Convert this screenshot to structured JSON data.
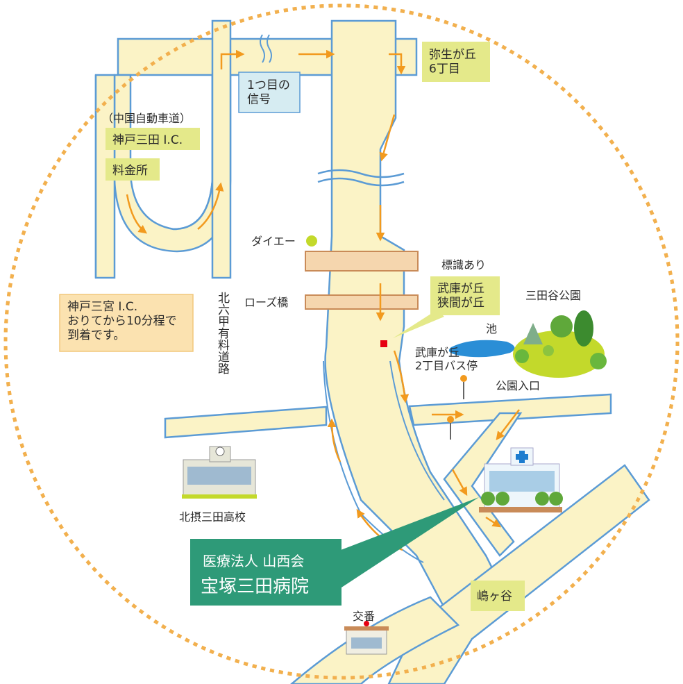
{
  "colors": {
    "road_fill": "#fbf3c6",
    "road_edge": "#5b9bd5",
    "label_chip": "#e4e98a",
    "signal_chip": "#d6ecf2",
    "note_chip": "#fbe2b0",
    "hospital_label": "#2e9a78",
    "dotted_circle": "#f2b04e",
    "bridge": "#f5d6ae",
    "arrow": "#f29a1e"
  },
  "labels": {
    "expressway_name": "（中国自動車道）",
    "ic_name": "神戸三田 I.C.",
    "tollgate": "料金所",
    "first_signal": "1つ目の\n信号",
    "yayoigaoka": "弥生が丘\n6丁目",
    "daiei": "ダイエー",
    "roses_bridge": "ローズ橋",
    "sign_present": "標識あり",
    "mukogaoka_sign": "武庫が丘\n狭間が丘",
    "sandaya_park": "三田谷公園",
    "pond": "池",
    "bus_stop": "武庫が丘\n2丁目バス停",
    "park_entrance": "公園入口",
    "toll_road_vertical": "北六甲有料道路",
    "kobe_note": "神戸三宮 I.C.\nおりてから10分程で\n到着です。",
    "school": "北摂三田高校",
    "hospital_corp": "医療法人 山西会",
    "hospital_name": "宝塚三田病院",
    "police_box": "交番",
    "shimagaya": "嶋ヶ谷"
  },
  "icons": [
    "school-building-icon",
    "hospital-building-icon",
    "police-box-icon",
    "bus-stop-icon",
    "tree-icon",
    "pond-icon",
    "daiei-dot-icon",
    "sign-marker-icon",
    "direction-arrow-icon"
  ]
}
